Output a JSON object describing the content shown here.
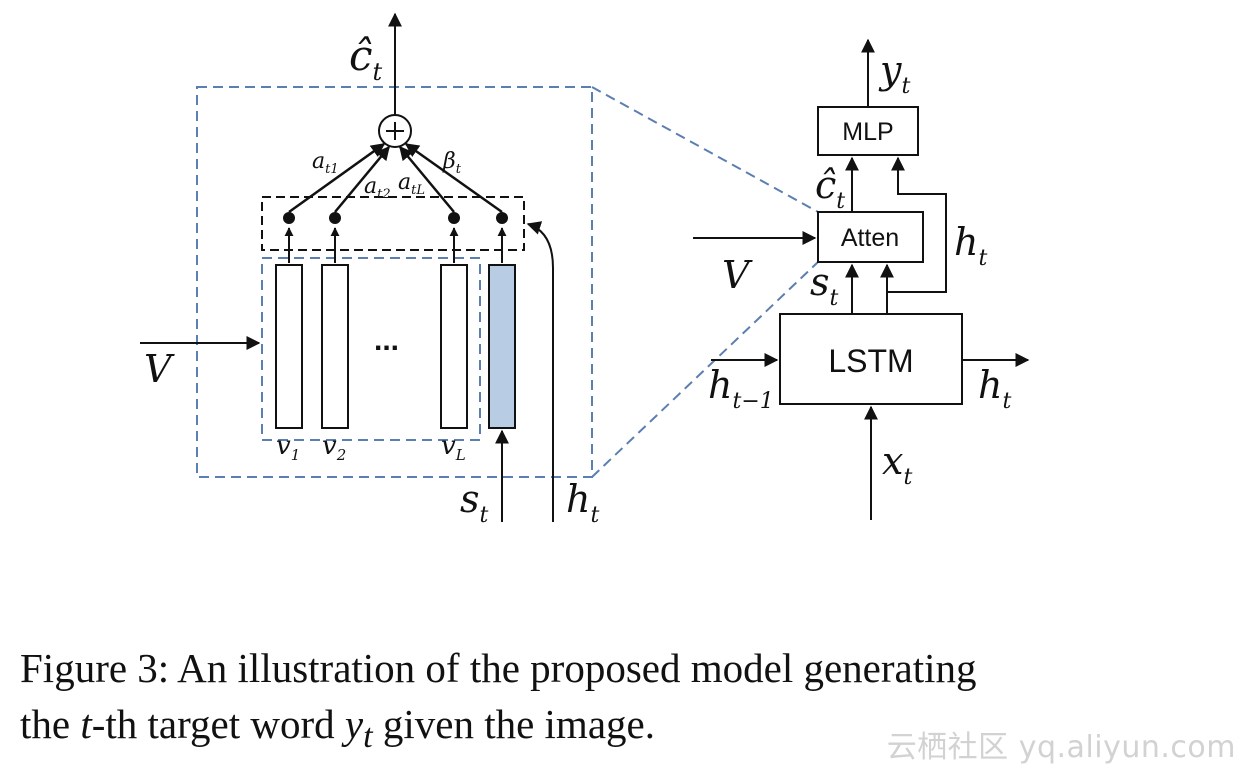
{
  "left": {
    "output": "ĉ",
    "output_sub": "t",
    "weights": [
      {
        "main": "a",
        "sub": "t1"
      },
      {
        "main": "a",
        "sub": "t2"
      },
      {
        "main": "a",
        "sub": "tL"
      },
      {
        "main": "β",
        "sub": "t"
      }
    ],
    "features": [
      {
        "main": "v",
        "sub": "1"
      },
      {
        "main": "v",
        "sub": "2"
      },
      {
        "main": "v",
        "sub": "L"
      }
    ],
    "ellipsis": "...",
    "input_v": "V",
    "sentinel": {
      "main": "s",
      "sub": "t"
    },
    "hidden": {
      "main": "h",
      "sub": "t"
    }
  },
  "right": {
    "mlp": "MLP",
    "atten": "Atten",
    "lstm": "LSTM",
    "output": {
      "main": "y",
      "sub": "t"
    },
    "context": {
      "main": "ĉ",
      "sub": "t"
    },
    "input_v": "V",
    "sentinel": {
      "main": "s",
      "sub": "t"
    },
    "h_side": {
      "main": "h",
      "sub": "t"
    },
    "h_prev": {
      "main": "h",
      "sub": "t−1"
    },
    "h_out": {
      "main": "h",
      "sub": "t"
    },
    "x_in": {
      "main": "x",
      "sub": "t"
    }
  },
  "caption": {
    "p1": "Figure 3: An illustration of the proposed model generating",
    "p2": "the ",
    "p3": "t",
    "p4": "-th target word ",
    "p5": "y",
    "p6": "t",
    "p7": " given the image."
  },
  "watermark": "云栖社区 yq.aliyun.com",
  "colors": {
    "dashed_blue": "#5b7fb0",
    "sentinel_fill": "#b8cce4",
    "ink": "#111111"
  }
}
